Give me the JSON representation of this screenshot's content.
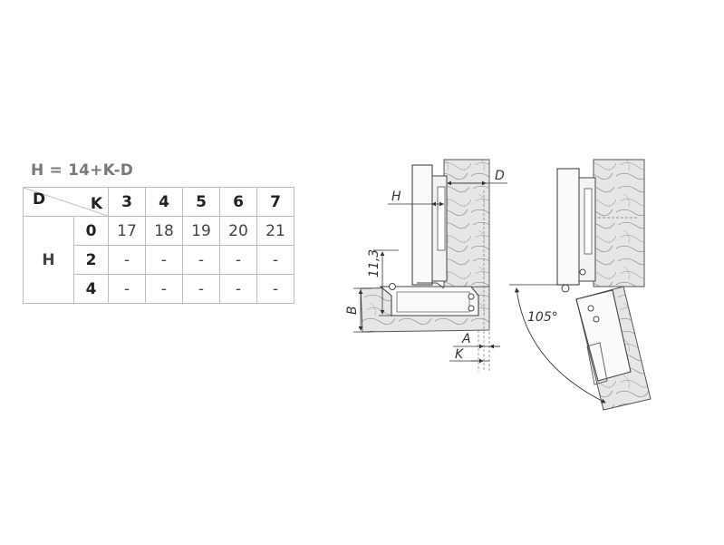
{
  "formula": "H = 14+K-D",
  "table": {
    "corner_top": "D",
    "corner_bottom": "K",
    "d_values": [
      "3",
      "4",
      "5",
      "6",
      "7"
    ],
    "row_label": "H",
    "rows": [
      {
        "k": "0",
        "values": [
          "17",
          "18",
          "19",
          "20",
          "21"
        ]
      },
      {
        "k": "2",
        "values": [
          "-",
          "-",
          "-",
          "-",
          "-"
        ]
      },
      {
        "k": "4",
        "values": [
          "-",
          "-",
          "-",
          "-",
          "-"
        ]
      }
    ]
  },
  "drawing": {
    "label_d": "D",
    "label_h": "H",
    "label_113": "11,3",
    "label_b": "B",
    "label_a": "A",
    "label_k": "K",
    "angle": "105°"
  }
}
